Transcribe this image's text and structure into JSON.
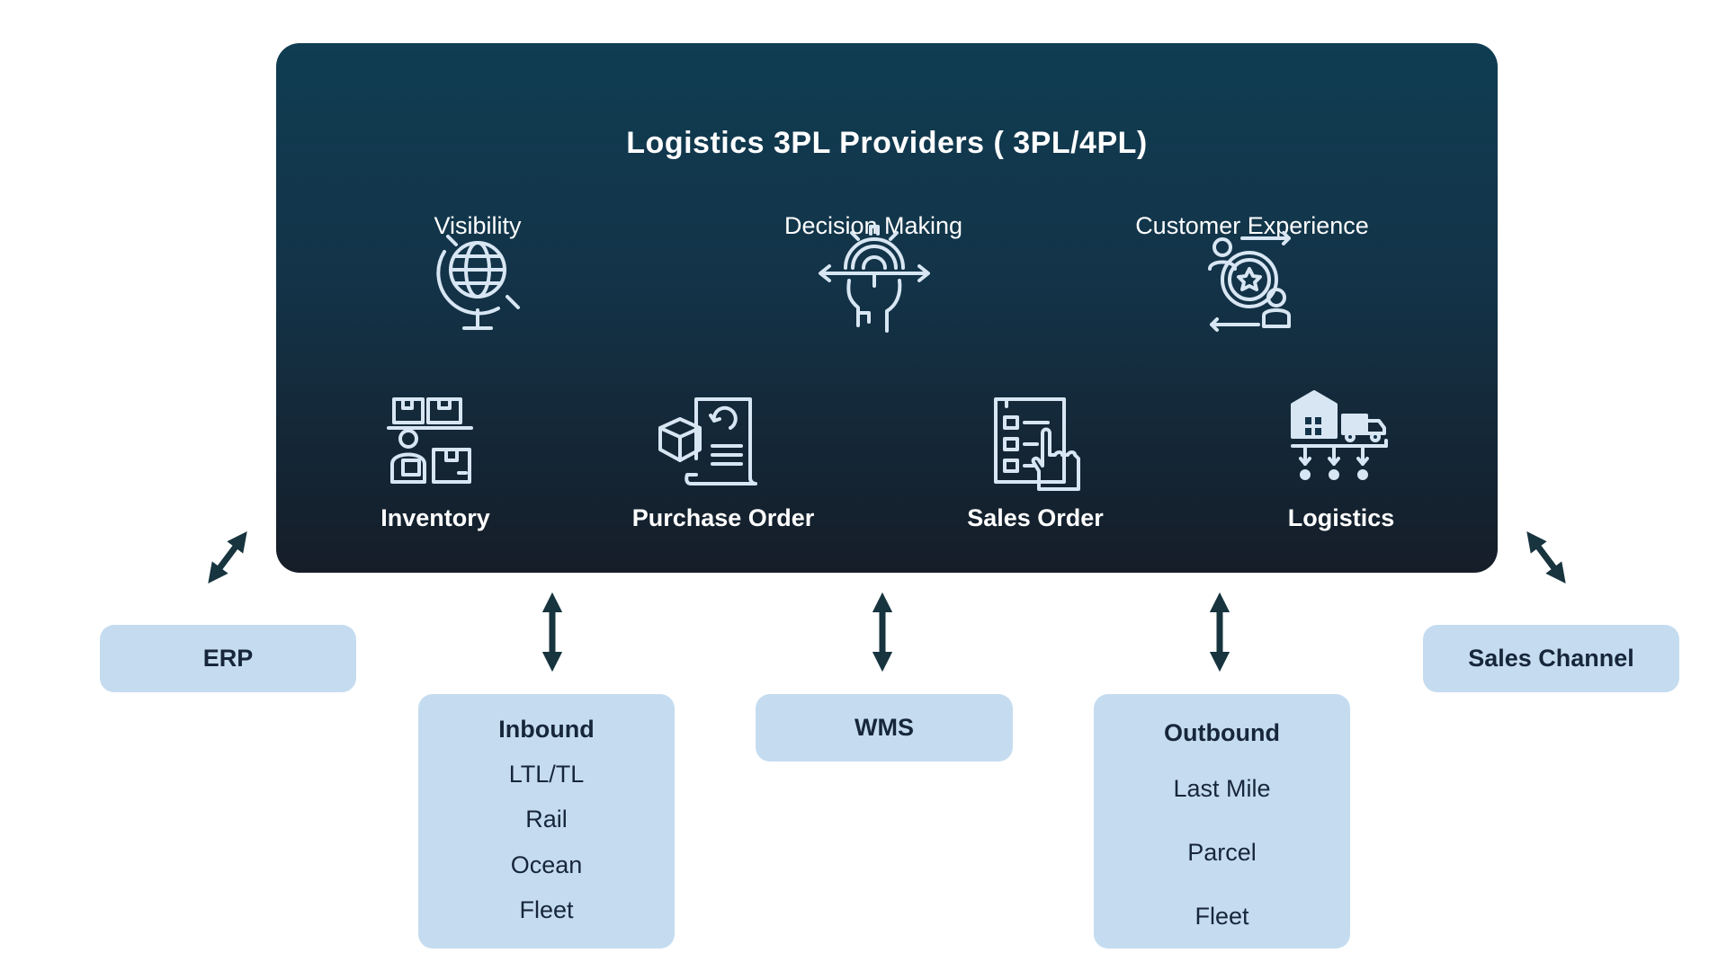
{
  "title": "Logistics 3PL Providers ( 3PL/4PL)",
  "pillars": [
    {
      "label": "Visibility",
      "icon": "globe-search-icon"
    },
    {
      "label": "Decision Making",
      "icon": "head-gear-decision-icon"
    },
    {
      "label": "Customer Experience",
      "icon": "customer-experience-gear-icon"
    }
  ],
  "modules": [
    {
      "label": "Inventory",
      "icon": "inventory-worker-boxes-icon"
    },
    {
      "label": "Purchase Order",
      "icon": "purchase-order-document-icon"
    },
    {
      "label": "Sales Order",
      "icon": "sales-order-checklist-icon"
    },
    {
      "label": "Logistics",
      "icon": "warehouse-truck-distribution-icon"
    }
  ],
  "connected_systems": {
    "erp": "ERP",
    "sales_channel": "Sales Channel",
    "wms": "WMS",
    "inbound": {
      "title": "Inbound",
      "items": [
        "LTL/TL",
        "Rail",
        "Ocean",
        "Fleet"
      ]
    },
    "outbound": {
      "title": "Outbound",
      "items": [
        "Last Mile",
        "Parcel",
        "Fleet"
      ]
    }
  },
  "colors": {
    "panel_top": "#103d52",
    "panel_bottom": "#151d28",
    "node_fill": "#c5dcf0",
    "arrow": "#17343f",
    "icon_stroke": "#d8e6f3"
  }
}
